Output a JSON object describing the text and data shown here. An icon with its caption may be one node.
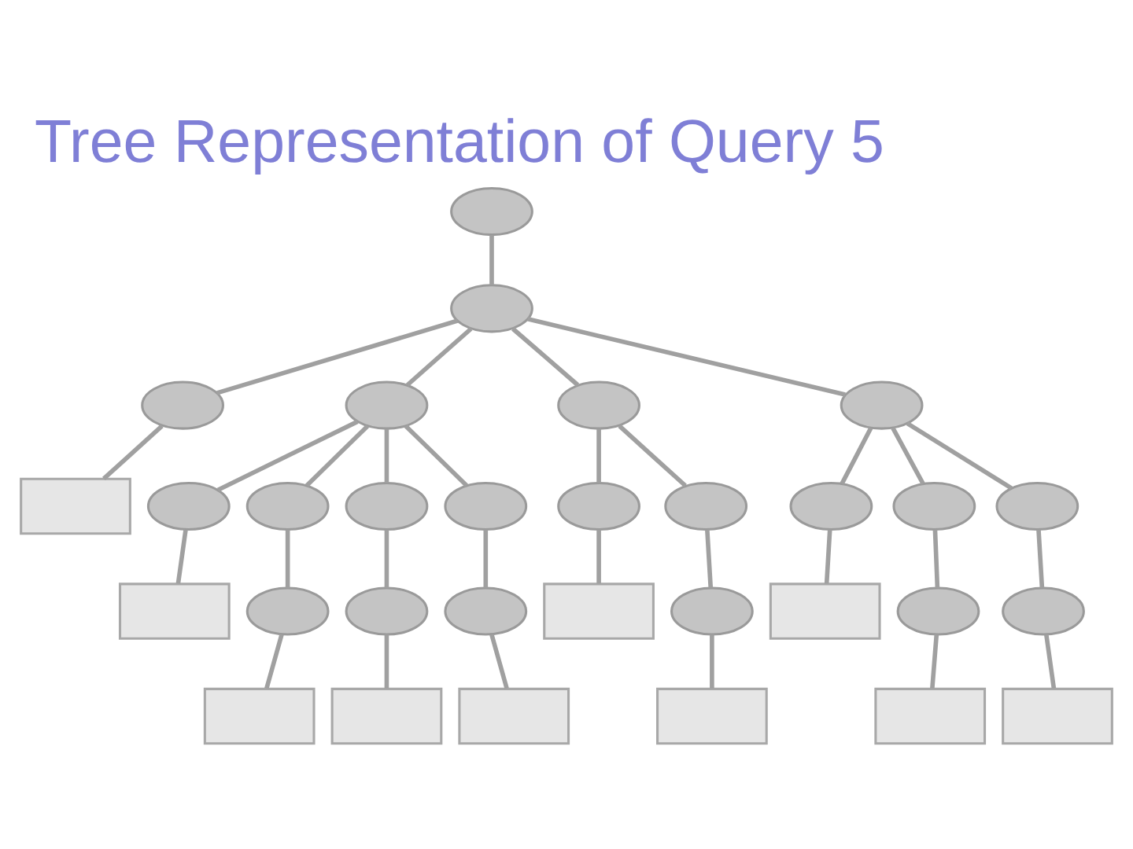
{
  "diagram": {
    "title": "Tree Representation of Query 5",
    "nodes": [
      {
        "text": [],
        "shape": "ellipse"
      },
      {
        "text": [],
        "shape": "ellipse"
      },
      {
        "text": [],
        "shape": "ellipse"
      },
      {
        "text": [],
        "shape": "ellipse"
      },
      {
        "text": [],
        "shape": "ellipse"
      },
      {
        "text": [],
        "shape": "ellipse"
      },
      {
        "text": [],
        "shape": "ellipse"
      },
      {
        "text": [],
        "shape": "ellipse"
      },
      {
        "text": [],
        "shape": "ellipse"
      },
      {
        "text": [],
        "shape": "ellipse"
      },
      {
        "text": [],
        "shape": "ellipse"
      },
      {
        "text": [],
        "shape": "ellipse"
      },
      {
        "text": [],
        "shape": "ellipse"
      },
      {
        "text": [],
        "shape": "ellipse"
      },
      {
        "text": [],
        "shape": "ellipse"
      },
      {
        "text": [],
        "shape": "box"
      },
      {
        "text": [],
        "shape": "box"
      },
      {
        "text": [],
        "shape": "ellipse"
      },
      {
        "text": [],
        "shape": "ellipse"
      },
      {
        "text": [],
        "shape": "ellipse"
      },
      {
        "text": [],
        "shape": "box"
      },
      {
        "text": [],
        "shape": "ellipse"
      },
      {
        "text": [],
        "shape": "box"
      },
      {
        "text": [],
        "shape": "ellipse"
      },
      {
        "text": [],
        "shape": "ellipse"
      },
      {
        "text": [],
        "shape": "box"
      },
      {
        "text": [],
        "shape": "box"
      },
      {
        "text": [],
        "shape": "box"
      },
      {
        "text": [],
        "shape": "box"
      },
      {
        "text": [],
        "shape": "box"
      },
      {
        "text": [],
        "shape": "box"
      }
    ],
    "edges": [
      {
        "from": 0,
        "to": 1,
        "arrow": "none"
      },
      {
        "from": 1,
        "to": 2,
        "arrow": "none"
      },
      {
        "from": 1,
        "to": 3,
        "arrow": "none"
      },
      {
        "from": 1,
        "to": 4,
        "arrow": "none"
      },
      {
        "from": 1,
        "to": 5,
        "arrow": "none"
      },
      {
        "from": 3,
        "to": 6,
        "arrow": "none"
      },
      {
        "from": 3,
        "to": 7,
        "arrow": "none"
      },
      {
        "from": 3,
        "to": 8,
        "arrow": "none"
      },
      {
        "from": 3,
        "to": 9,
        "arrow": "none"
      },
      {
        "from": 4,
        "to": 10,
        "arrow": "none"
      },
      {
        "from": 4,
        "to": 11,
        "arrow": "none"
      },
      {
        "from": 5,
        "to": 12,
        "arrow": "none"
      },
      {
        "from": 5,
        "to": 13,
        "arrow": "none"
      },
      {
        "from": 5,
        "to": 14,
        "arrow": "none"
      },
      {
        "from": 2,
        "to": 15,
        "arrow": "none"
      },
      {
        "from": 6,
        "to": 16,
        "arrow": "none"
      },
      {
        "from": 7,
        "to": 17,
        "arrow": "none"
      },
      {
        "from": 8,
        "to": 18,
        "arrow": "none"
      },
      {
        "from": 9,
        "to": 19,
        "arrow": "none"
      },
      {
        "from": 10,
        "to": 20,
        "arrow": "none"
      },
      {
        "from": 11,
        "to": 21,
        "arrow": "none"
      },
      {
        "from": 12,
        "to": 22,
        "arrow": "none"
      },
      {
        "from": 13,
        "to": 23,
        "arrow": "none"
      },
      {
        "from": 14,
        "to": 24,
        "arrow": "none"
      },
      {
        "from": 17,
        "to": 25,
        "arrow": "none"
      },
      {
        "from": 18,
        "to": 26,
        "arrow": "none"
      },
      {
        "from": 19,
        "to": 27,
        "arrow": "none"
      },
      {
        "from": 21,
        "to": 28,
        "arrow": "none"
      },
      {
        "from": 23,
        "to": 29,
        "arrow": "none"
      },
      {
        "from": 24,
        "to": 30,
        "arrow": "none"
      }
    ]
  }
}
